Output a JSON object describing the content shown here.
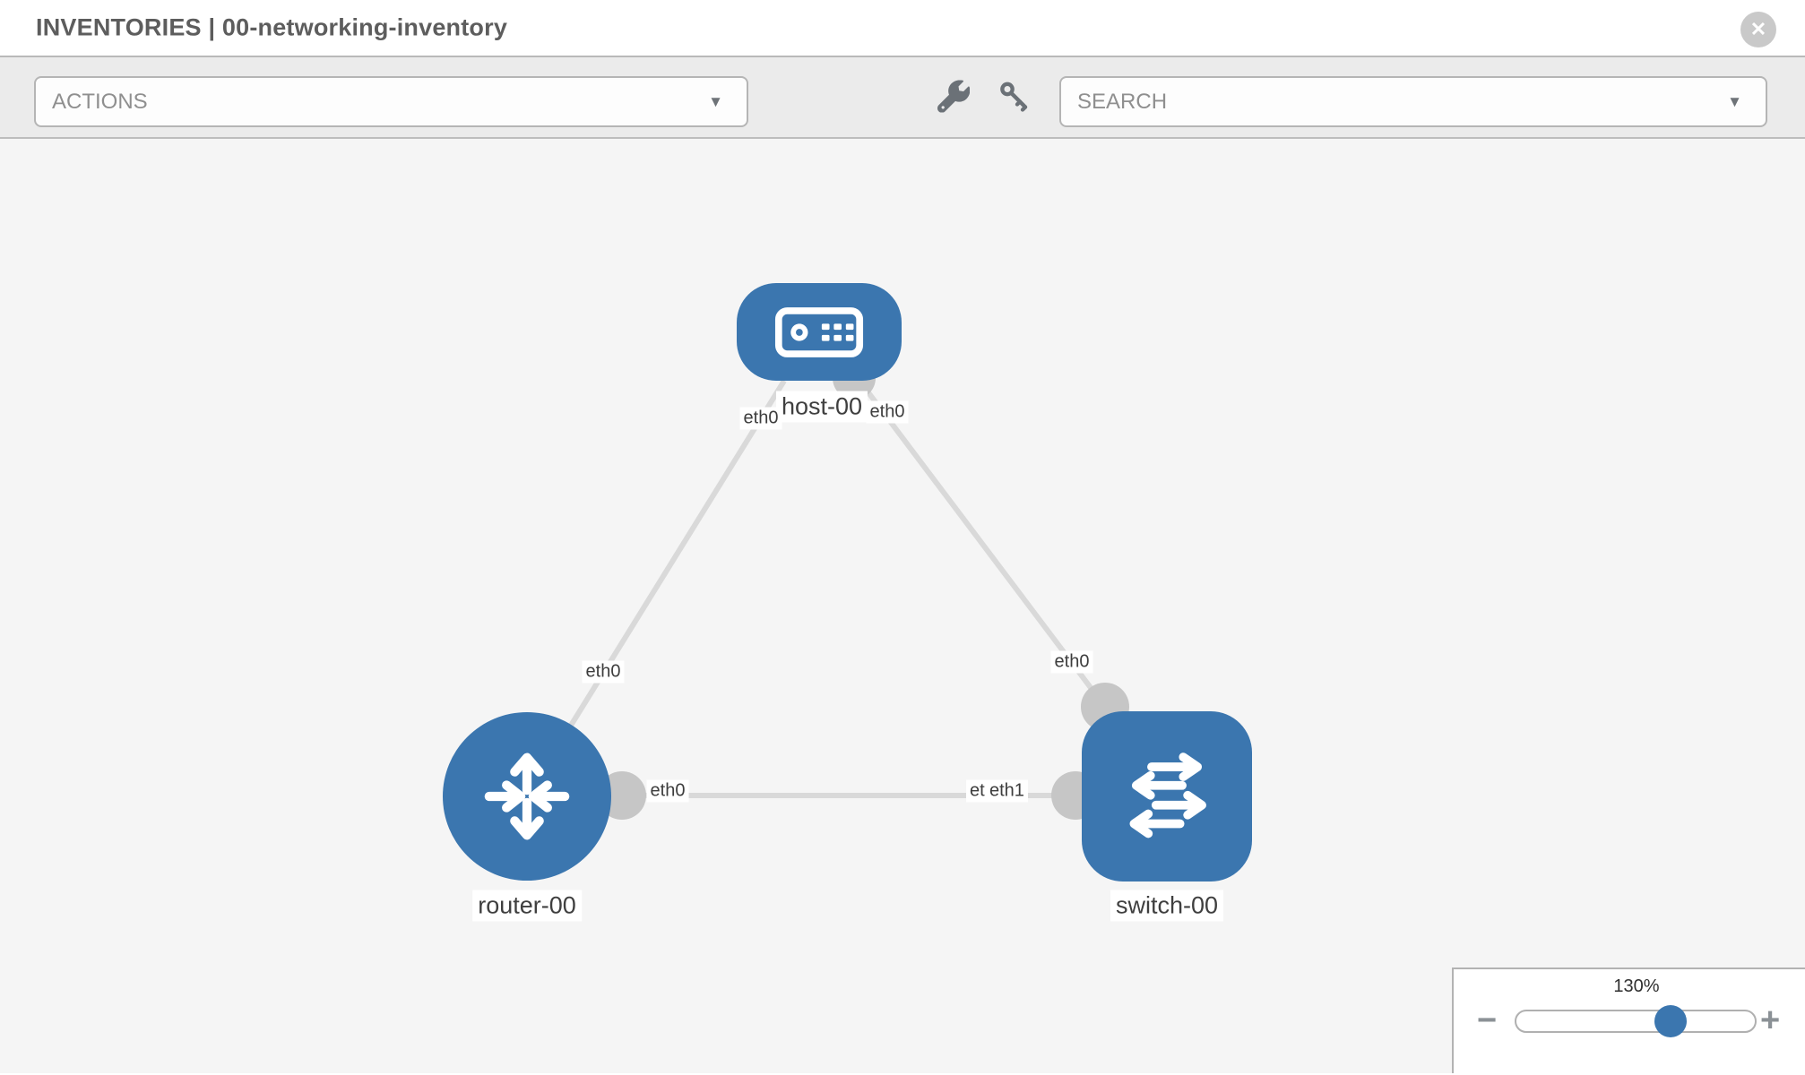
{
  "header": {
    "title": "INVENTORIES | 00-networking-inventory"
  },
  "icons": {
    "close": "✕",
    "caret": "▼",
    "minus": "−",
    "plus": "+"
  },
  "toolbar": {
    "actions_label": "ACTIONS",
    "search_placeholder": "SEARCH"
  },
  "topology": {
    "nodes": [
      {
        "id": "host-00",
        "type": "host",
        "label": "host-00"
      },
      {
        "id": "router-00",
        "type": "router",
        "label": "router-00"
      },
      {
        "id": "switch-00",
        "type": "switch",
        "label": "switch-00"
      }
    ],
    "links": [
      {
        "from": "host-00",
        "from_if": "eth0",
        "to": "router-00",
        "to_if": "eth0"
      },
      {
        "from": "host-00",
        "from_if": "eth0",
        "to": "switch-00",
        "to_if": "eth0"
      },
      {
        "from": "router-00",
        "from_if": "eth0",
        "to": "switch-00",
        "to_if": "eth1",
        "overlapped_if": "eth0"
      }
    ]
  },
  "zoom_control": {
    "level": "130%"
  },
  "colors": {
    "node_blue": "#3b76af",
    "link_gray": "#d9d9d9",
    "dot_gray": "#c6c6c6",
    "canvas_bg": "#f5f5f5",
    "toolbar_bg": "#ebebeb"
  }
}
